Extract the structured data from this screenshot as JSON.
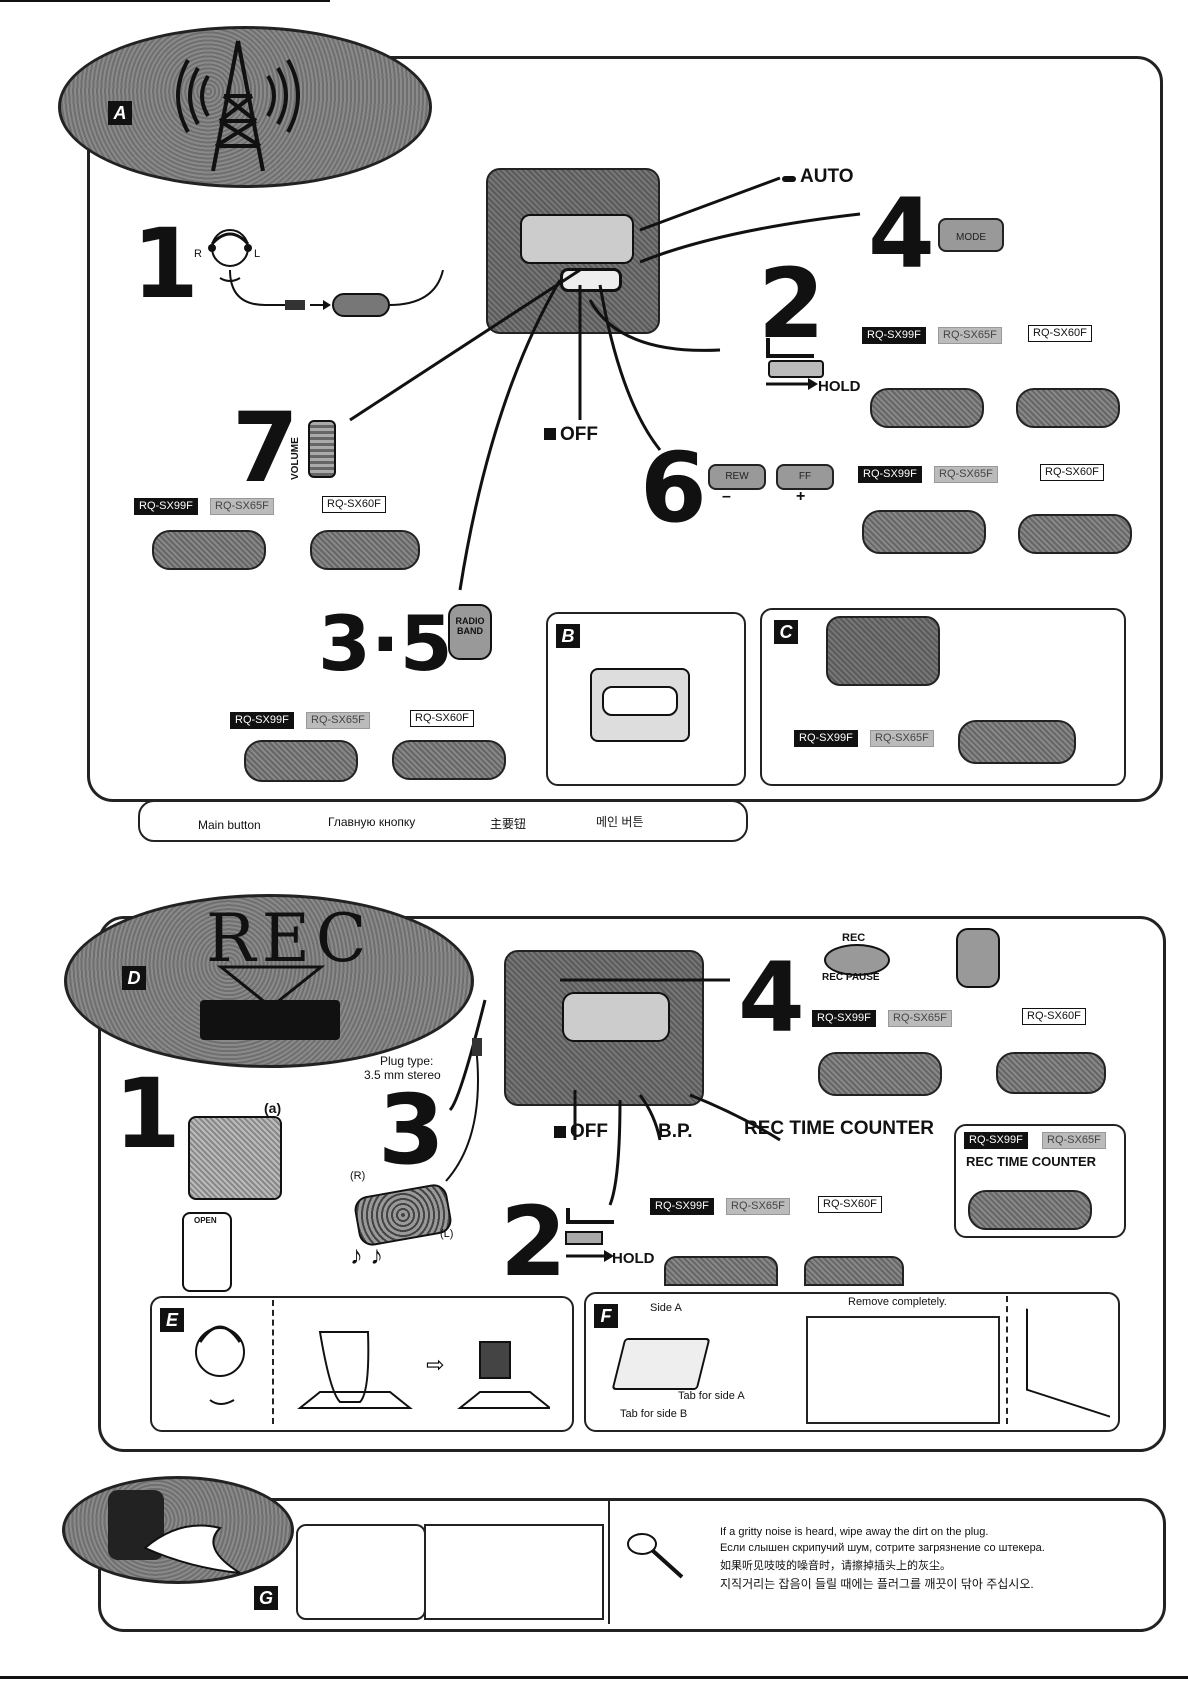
{
  "section_a": {
    "label": "A",
    "auto": "AUTO",
    "steps": {
      "s1": "1",
      "s2": "2",
      "s35": "3·5",
      "s4": "4",
      "s6": "6",
      "s7": "7"
    },
    "mode_label": "MODE",
    "hold": "HOLD",
    "off": "OFF",
    "rew": "REW",
    "ff": "FF",
    "minus": "–",
    "plus": "+",
    "volume": "VOLUME",
    "radio_band": "RADIO BAND",
    "r": "R",
    "l": "L",
    "models": {
      "sx99f": "RQ-SX99F",
      "sx65f": "RQ-SX65F",
      "sx60f": "RQ-SX60F"
    },
    "main_button": [
      "Main button",
      "Главную кнопку",
      "主要钮",
      "메인 버튼"
    ]
  },
  "box_b": {
    "label": "B"
  },
  "box_c": {
    "label": "C"
  },
  "section_d": {
    "label": "D",
    "rec_text": "REC",
    "steps": {
      "s1": "1",
      "s2": "2",
      "s3": "3",
      "s4": "4"
    },
    "a_marker": "(a)",
    "plug_type": "Plug type:",
    "plug_stereo": "3.5 mm stereo",
    "off": "OFF",
    "bp": "B.P.",
    "rec_time_counter": "REC TIME COUNTER",
    "rec": "REC",
    "rec_pause": "REC PAUSE",
    "hold": "HOLD",
    "open": "OPEN",
    "r": "(R)",
    "l": "(L)",
    "models": {
      "sx99f": "RQ-SX99F",
      "sx65f": "RQ-SX65F",
      "sx60f": "RQ-SX60F"
    }
  },
  "box_e": {
    "label": "E"
  },
  "box_f": {
    "label": "F",
    "side_a": "Side A",
    "remove_completely": "Remove completely.",
    "tab_side_a": "Tab for side A",
    "tab_side_b": "Tab for side B"
  },
  "section_g": {
    "label": "G",
    "notes": [
      "If a gritty noise is heard, wipe away the dirt on the plug.",
      "Если слышен скрипучий шум, сотрите загрязнение со штекера.",
      "如果听见吱吱的噪音时，请擦掉插头上的灰尘。",
      "지직거리는 잡음이 들릴 때에는 플러그를 깨끗이 닦아 주십시오."
    ]
  }
}
